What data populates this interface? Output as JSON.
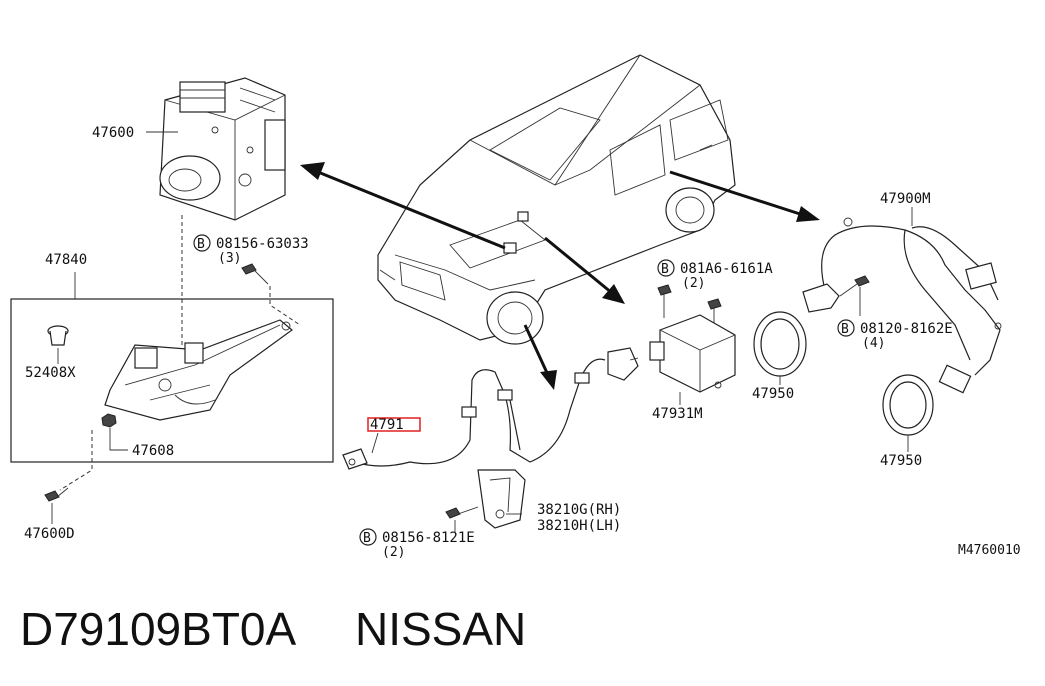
{
  "labels": {
    "p47600": "47600",
    "p08156_63033": "08156-63033",
    "q3": "(3)",
    "p47840": "47840",
    "p52408x": "52408X",
    "p47608": "47608",
    "p47600d": "47600D",
    "p47910": "4791",
    "p081a6": "081A6-6161A",
    "q2a": "(2)",
    "p47931m": "47931M",
    "p47950a": "47950",
    "p47900m": "47900M",
    "p08120": "08120-8162E",
    "q4": "(4)",
    "p47950b": "47950",
    "p38210g": "38210G(RH)",
    "p38210h": "38210H(LH)",
    "p08156_8121e": "08156-8121E",
    "q2b": "(2)",
    "code": "M4760010",
    "bolt_symbol": "B"
  },
  "caption": {
    "part_number": "D79109BT0A",
    "brand": "NISSAN"
  },
  "colors": {
    "highlight": "#e02020"
  }
}
